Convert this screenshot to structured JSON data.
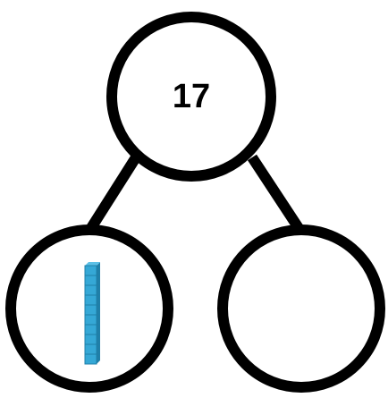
{
  "diagram": {
    "type": "number-bond",
    "whole": {
      "value": "17"
    },
    "parts": [
      {
        "value": "",
        "content": "ten-rod",
        "ten_rod_units": 10
      },
      {
        "value": ""
      }
    ]
  },
  "colors": {
    "stroke": "#000000",
    "circle_fill": "#ffffff",
    "ten_rod_fill": "#35a8d6",
    "ten_rod_edge": "#1f7fa8"
  }
}
